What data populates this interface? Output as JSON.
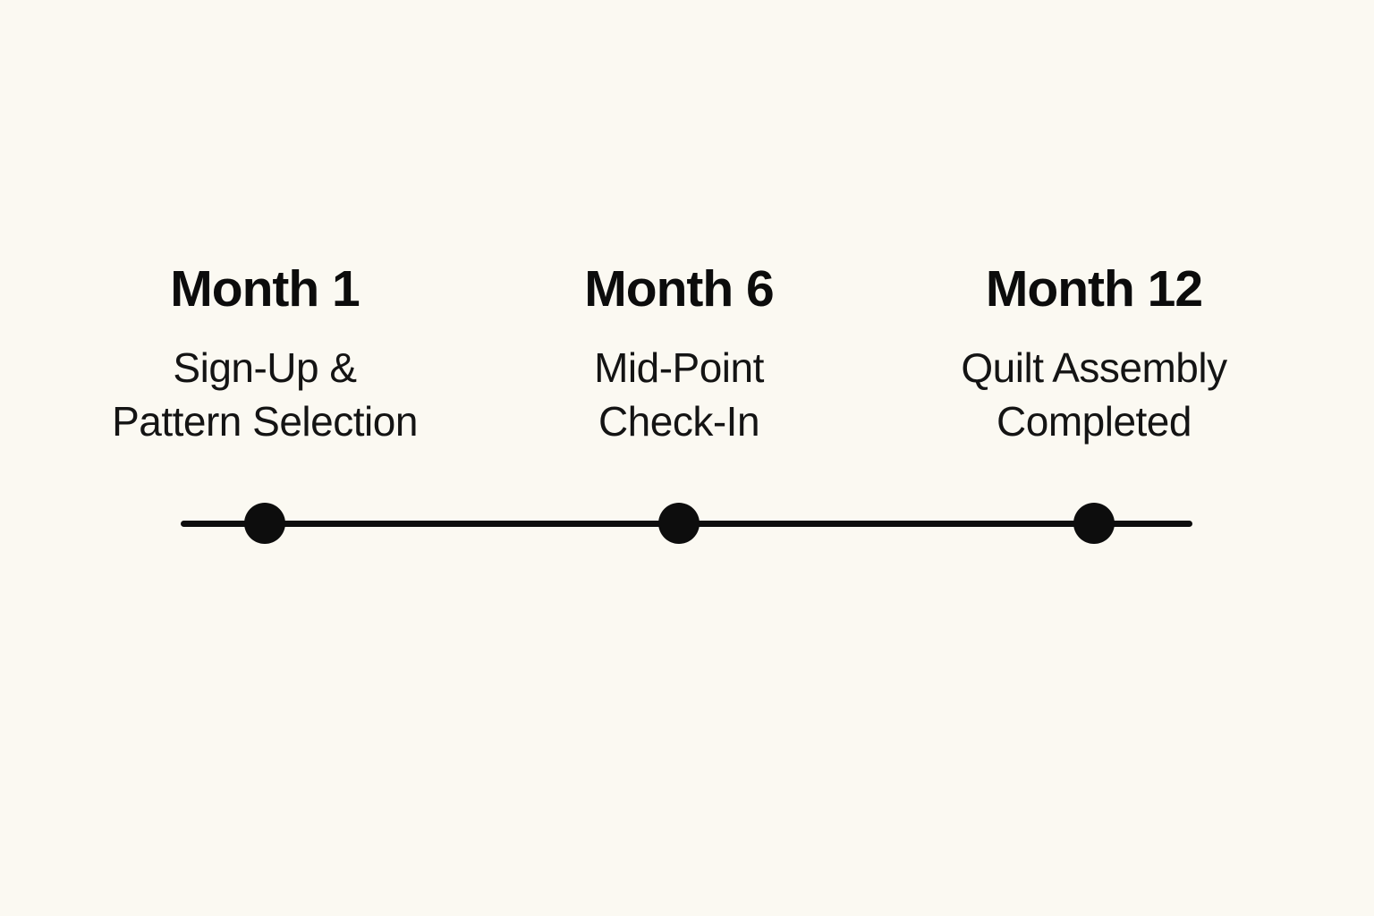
{
  "page": {
    "background_color": "#fbf9f2",
    "text_color": "#0e0e0e",
    "line_color": "#0d0d0d"
  },
  "timeline": {
    "type": "horizontal-milestone-timeline",
    "milestones": [
      {
        "title": "Month 1",
        "description": "Sign-Up &\nPattern Selection"
      },
      {
        "title": "Month 6",
        "description": "Mid-Point\nCheck-In"
      },
      {
        "title": "Month 12",
        "description": "Quilt Assembly\nCompleted"
      }
    ]
  }
}
